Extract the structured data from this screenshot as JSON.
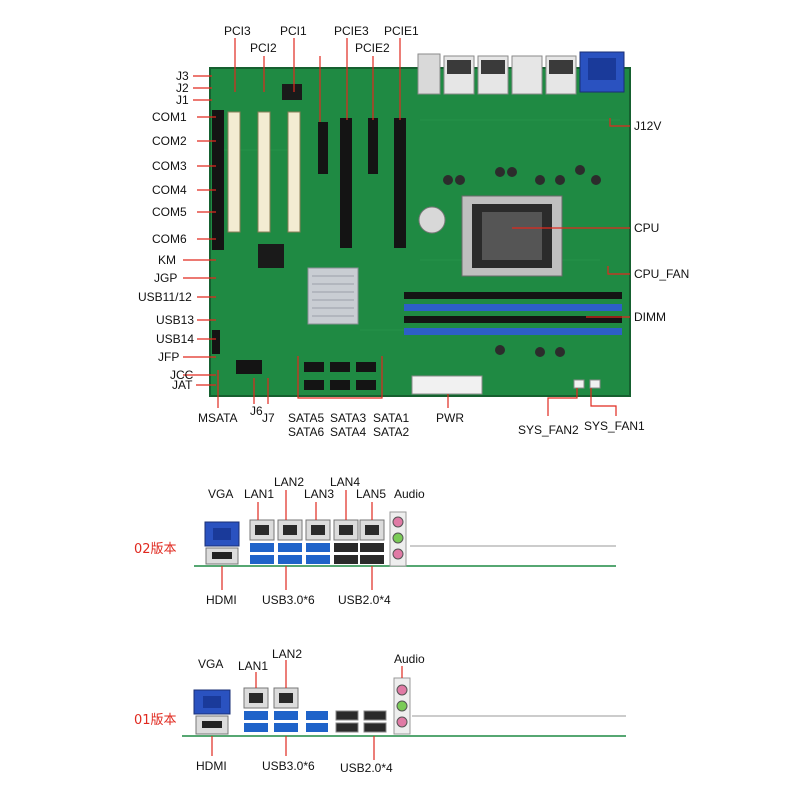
{
  "board": {
    "top_labels": {
      "pci3": "PCI3",
      "pci2": "PCI2",
      "pci1": "PCI1",
      "pcie3": "PCIE3",
      "pcie2": "PCIE2",
      "pcie1": "PCIE1"
    },
    "left_labels": {
      "j3": "J3",
      "j2": "J2",
      "j1": "J1",
      "com1": "COM1",
      "com2": "COM2",
      "com3": "COM3",
      "com4": "COM4",
      "com5": "COM5",
      "com6": "COM6",
      "km": "KM",
      "jgp": "JGP",
      "usb11_12": "USB11/12",
      "usb13": "USB13",
      "usb14": "USB14",
      "jfp": "JFP",
      "jcc": "JCC",
      "jat": "JAT"
    },
    "right_labels": {
      "j12v": "J12V",
      "cpu": "CPU",
      "cpu_fan": "CPU_FAN",
      "dimm": "DIMM"
    },
    "bottom_labels": {
      "msata": "MSATA",
      "j6": "J6",
      "j7": "J7",
      "sata5": "SATA5",
      "sata6": "SATA6",
      "sata3": "SATA3",
      "sata4": "SATA4",
      "sata1": "SATA1",
      "sata2": "SATA2",
      "pwr": "PWR",
      "sys_fan2": "SYS_FAN2",
      "sys_fan1": "SYS_FAN1"
    }
  },
  "io_v02": {
    "version": "02版本",
    "vga": "VGA",
    "lan1": "LAN1",
    "lan2": "LAN2",
    "lan3": "LAN3",
    "lan4": "LAN4",
    "lan5": "LAN5",
    "audio": "Audio",
    "hdmi": "HDMI",
    "usb30": "USB3.0*6",
    "usb20": "USB2.0*4"
  },
  "io_v01": {
    "version": "01版本",
    "vga": "VGA",
    "lan1": "LAN1",
    "lan2": "LAN2",
    "audio": "Audio",
    "hdmi": "HDMI",
    "usb30": "USB3.0*6",
    "usb20": "USB2.0*4"
  },
  "colors": {
    "pcb": "#1f8a43",
    "leader": "#e0291f",
    "dimm_blue": "#2d5fc8",
    "slot_black": "#141414",
    "pci_cream": "#f3ecd2",
    "usb3_blue": "#1f63c9"
  }
}
